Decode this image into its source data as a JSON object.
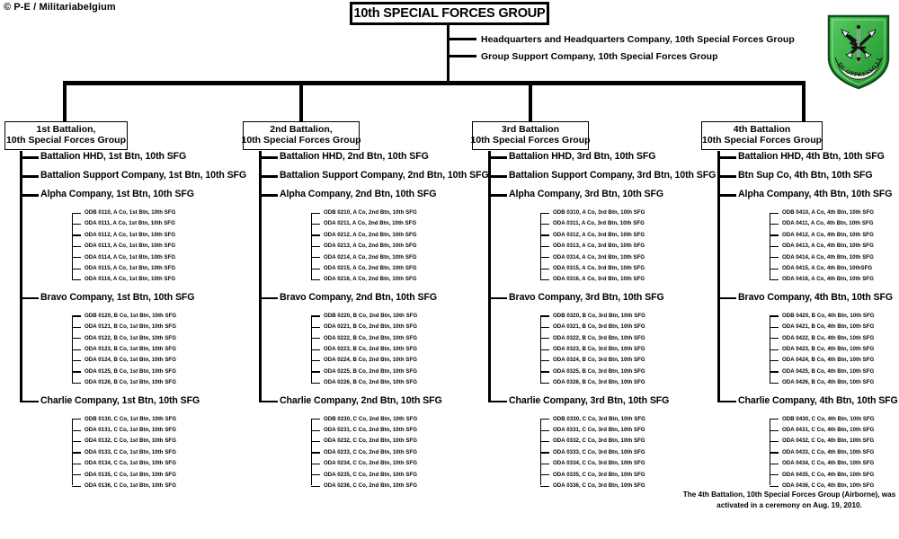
{
  "credit": "© P-E / Militariabelgium",
  "group": {
    "title": "10th SPECIAL FORCES GROUP",
    "staff": [
      "Headquarters and Headquarters Company, 10th Special Forces Group",
      "Group Support Company, 10th Special Forces Group"
    ]
  },
  "crest": {
    "name": "special-forces-crest",
    "motto": "DE OPPRESSO LIBER",
    "colors": {
      "shield": "#3cb44a",
      "shield_dark": "#1f7a2c",
      "border": "#0f5c1c"
    }
  },
  "footnote": "The 4th Battalion, 10th Special Forces Group (Airborne), was activated in a ceremony on Aug. 19, 2010.",
  "battalions": [
    {
      "box": [
        "1st Battalion,",
        "10th Special Forces Group"
      ],
      "hhd": "Battalion HHD, 1st Btn, 10th SFG",
      "support": "Battalion  Support Company, 1st Btn, 10th SFG",
      "companies": [
        {
          "name": "Alpha Company, 1st Btn, 10th SFG",
          "teams": [
            "ODB 0110, A Co, 1st Btn,  10th SFG",
            "ODA 0111, A Co, 1st Btn,  10th SFG",
            "ODA 0112, A Co, 1st Btn,  10th SFG",
            "ODA 0113, A Co, 1st Btn,  10th SFG",
            "ODA 0114, A Co, 1st Btn,  10th SFG",
            "ODA 0115, A Co, 1st Btn,  10th SFG",
            "ODA 0116, A Co, 1st Btn,  10th SFG"
          ]
        },
        {
          "name": "Bravo Company, 1st Btn, 10th SFG",
          "teams": [
            "ODB 0120, B Co, 1st Btn,  10th SFG",
            "ODA 0121, B Co, 1st Btn,  10th SFG",
            "ODA 0122, B Co, 1st Btn,  10th SFG",
            "ODA 0123, B Co, 1st Btn,  10th SFG",
            "ODA 0124, B Co, 1st Btn,  10th SFG",
            "ODA 0125, B Co, 1st Btn,  10th SFG",
            "ODA 0126, B Co, 1st Btn,  10th SFG"
          ]
        },
        {
          "name": "Charlie Company, 1st Btn, 10th SFG",
          "teams": [
            "ODB 0130, C Co, 1st Btn,  10th SFG",
            "ODA 0131, C Co, 1st Btn,  10th SFG",
            "ODA 0132, C Co, 1st Btn,  10th SFG",
            "ODA 0133, C Co, 1st Btn,  10th SFG",
            "ODA 0134, C Co, 1st Btn,  10th SFG",
            "ODA 0135, C Co, 1st Btn,  10th SFG",
            "ODA 0136, C Co, 1st Btn,  10th SFG"
          ]
        }
      ]
    },
    {
      "box": [
        "2nd Battalion,",
        "10th Special Forces Group"
      ],
      "hhd": "Battalion HHD,  2nd Btn, 10th SFG",
      "support": "Battalion  Support Company, 2nd Btn, 10th SFG",
      "companies": [
        {
          "name": "Alpha Company, 2nd Btn, 10th SFG",
          "teams": [
            "ODB 0210, A Co, 2nd Btn,  10th SFG",
            "ODA 0211, A Co, 2nd Btn,  10th SFG",
            "ODA 0212, A Co, 2nd Btn,  10th SFG",
            "ODA 0213, A Co, 2nd Btn,  10th SFG",
            "ODA 0214, A Co, 2nd Btn,  10th SFG",
            "ODA 0215, A Co, 2nd Btn,  10th SFG",
            "ODA 0216, A Co, 2nd Btn,  10th SFG"
          ]
        },
        {
          "name": "Bravo Company, 2nd Btn, 10th SFG",
          "teams": [
            "ODB 0220, B Co, 2nd Btn,  10th SFG",
            "ODA 0221, B Co, 2nd Btn,  10th SFG",
            "ODA 0222, B Co, 2nd Btn,  10th SFG",
            "ODA 0223, B Co, 2nd Btn,  10th SFG",
            "ODA 0224, B Co, 2nd Btn,  10th SFG",
            "ODA 0225, B Co, 2nd Btn,  10th SFG",
            "ODA 0226, B Co, 2nd Btn,  10th SFG"
          ]
        },
        {
          "name": "Charlie Company, 2nd Btn, 10th SFG",
          "teams": [
            "ODB 0230, C Co, 2nd Btn,  10th SFG",
            "ODA 0231, C Co, 2nd Btn,  10th SFG",
            "ODA 0232, C Co, 2nd Btn,  10th SFG",
            "ODA 0233, C Co, 2nd Btn,  10th SFG",
            "ODA 0234, C Co, 2nd Btn,  10th SFG",
            "ODA 0235, C Co, 2nd Btn,  10th SFG",
            "ODA 0236, C Co, 2nd Btn,  10th SFG"
          ]
        }
      ]
    },
    {
      "box": [
        "3rd Battalion",
        "10th Special Forces Group"
      ],
      "hhd": "Battalion HHD, 3rd Btn, 10th SFG",
      "support": "Battalion  Support Company, 3rd Btn, 10th SFG",
      "companies": [
        {
          "name": "Alpha Company, 3rd Btn, 10th SFG",
          "teams": [
            "ODB 0310, A Co, 3rd Btn,  10th SFG",
            "ODA 0311, A Co, 3rd Btn,  10th SFG",
            "ODA 0312, A Co, 3rd Btn,  10th SFG",
            "ODA 0313, A Co, 3rd Btn,  10th SFG",
            "ODA 0314, A Co, 3rd Btn,  10th SFG",
            "ODA 0315, A Co, 3rd Btn,  10th SFG",
            "ODA 0316, A Co, 3rd Btn,  10th SFG"
          ]
        },
        {
          "name": "Bravo Company, 3rd Btn, 10th SFG",
          "teams": [
            "ODB 0320, B Co, 3rd Btn,  10th SFG",
            "ODA 0321, B Co, 3rd Btn,  10th SFG",
            "ODA 0322, B Co, 3rd Btn,  10th SFG",
            "ODA 0323, B Co, 3rd Btn,  10th SFG",
            "ODA 0324, B Co, 3rd Btn,  10th SFG",
            "ODA 0325, B Co, 3rd Btn,  10th SFG",
            "ODA 0326, B Co, 3rd Btn,  10th SFG"
          ]
        },
        {
          "name": "Charlie Company, 3rd Btn, 10th SFG",
          "teams": [
            "ODB 0330, C Co, 3rd Btn,  10th SFG",
            "ODA 0331, C Co, 3rd Btn,  10th SFG",
            "ODA 0332, C Co, 3rd Btn,  10th SFG",
            "ODA 0333, C Co, 3rd Btn,  10th SFG",
            "ODA 0334, C Co, 3rd Btn,  10th SFG",
            "ODA 0335, C Co, 3rd Btn,  10th SFG",
            "ODA 0336, C Co, 3rd Btn,  10th SFG"
          ]
        }
      ]
    },
    {
      "box": [
        "4th Battalion",
        "10th Special Forces Group"
      ],
      "hhd": "Battalion HHD, 4th Btn, 10th SFG",
      "support": "Btn  Sup Co, 4th Btn, 10th SFG",
      "companies": [
        {
          "name": "Alpha Company, 4th Btn, 10th SFG",
          "teams": [
            "ODB 0410, A Co, 4th Btn,  10th SFG",
            "ODA 0411, A Co, 4th Btn,  10th SFG",
            "ODA 0412, A Co, 4th Btn,  10th SFG",
            "ODA 0413, A Co, 4th Btn,  10th SFG",
            "ODA 0414, A Co, 4th Btn,  10th SFG",
            "ODA 0415, A Co, 4th Btn,  10thSFG",
            "ODA 0416, A Co, 4th Btn,  10th SFG"
          ]
        },
        {
          "name": "Bravo Company, 4th Btn, 10th SFG",
          "teams": [
            "ODB 0420, B Co, 4th Btn,  10th SFG",
            "ODA 0421, B Co, 4th Btn,  10th SFG",
            "ODA 0422, B Co, 4th Btn,  10th SFG",
            "ODA 0423, B Co, 4th Btn,  10th SFG",
            "ODA 0424, B Co, 4th Btn,  10th SFG",
            "ODA 0425, B Co, 4th Btn,  10th SFG",
            "ODA 0426, B Co, 4th Btn,  10th SFG"
          ]
        },
        {
          "name": "Charlie Company, 4th Btn, 10th SFG",
          "teams": [
            "ODB 0430, C Co, 4th Btn,  10th SFG",
            "ODA 0431, C Co, 4th Btn,  10th SFG",
            "ODA 0432, C Co, 4th Btn,  10th SFG",
            "ODA 0433, C Co, 4th Btn,  10th SFG",
            "ODA 0434, C Co, 4th Btn,  10th SFG",
            "ODA 0435, C Co, 4th Btn,  10th SFG",
            "ODA 0436, C Co, 4th Btn,  10th SFG"
          ]
        }
      ]
    }
  ]
}
